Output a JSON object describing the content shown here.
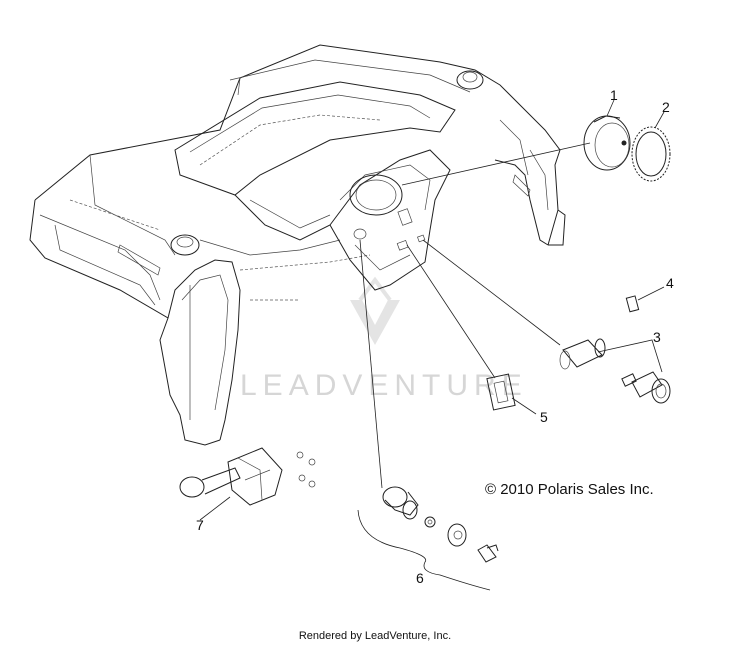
{
  "callouts": [
    {
      "id": "1",
      "label": "1"
    },
    {
      "id": "2",
      "label": "2"
    },
    {
      "id": "3",
      "label": "3"
    },
    {
      "id": "4",
      "label": "4"
    },
    {
      "id": "5",
      "label": "5"
    },
    {
      "id": "6",
      "label": "6"
    },
    {
      "id": "7",
      "label": "7"
    }
  ],
  "copyright": "© 2010 Polaris Sales Inc.",
  "watermark": "LEADVENTURE",
  "footer": "Rendered by LeadVenture, Inc.",
  "colors": {
    "line": "#222222",
    "watermark": "#d6d6d6",
    "background": "#ffffff"
  }
}
